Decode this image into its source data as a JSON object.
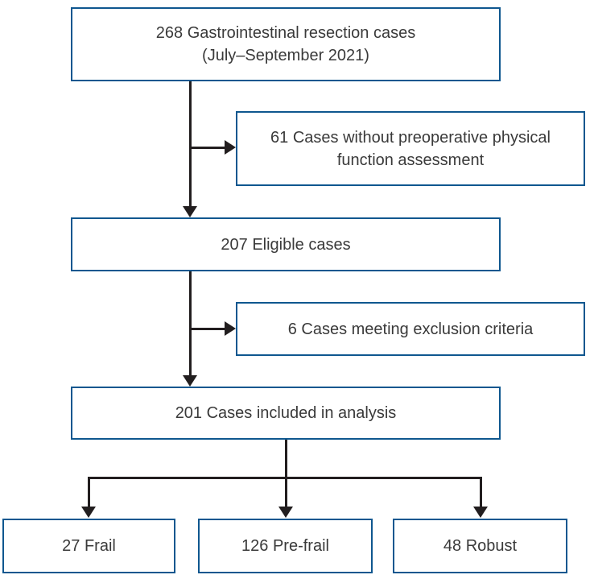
{
  "flowchart": {
    "nodes": {
      "total": {
        "line1": "268 Gastrointestinal resection cases",
        "line2": "(July–September 2021)"
      },
      "no_assessment": {
        "line1": "61 Cases without preoperative physical",
        "line2": "function assessment"
      },
      "eligible": {
        "line1": "207 Eligible cases"
      },
      "exclusion": {
        "line1": "6 Cases meeting exclusion criteria"
      },
      "included": {
        "line1": "201 Cases included in analysis"
      },
      "frail": {
        "line1": "27 Frail"
      },
      "prefrail": {
        "line1": "126 Pre-frail"
      },
      "robust": {
        "line1": "48 Robust"
      }
    },
    "counts": {
      "total": 268,
      "no_assessment": 61,
      "eligible": 207,
      "exclusion": 6,
      "included": 201,
      "frail": 27,
      "prefrail": 126,
      "robust": 48
    },
    "edges": [
      {
        "from": "total",
        "to": "no_assessment"
      },
      {
        "from": "total",
        "to": "eligible"
      },
      {
        "from": "eligible",
        "to": "exclusion"
      },
      {
        "from": "eligible",
        "to": "included"
      },
      {
        "from": "included",
        "to": "frail"
      },
      {
        "from": "included",
        "to": "prefrail"
      },
      {
        "from": "included",
        "to": "robust"
      }
    ],
    "colors": {
      "box_border": "#0f578f",
      "arrow": "#221e1f",
      "text": "#3a3a3a",
      "background": "#ffffff"
    }
  }
}
